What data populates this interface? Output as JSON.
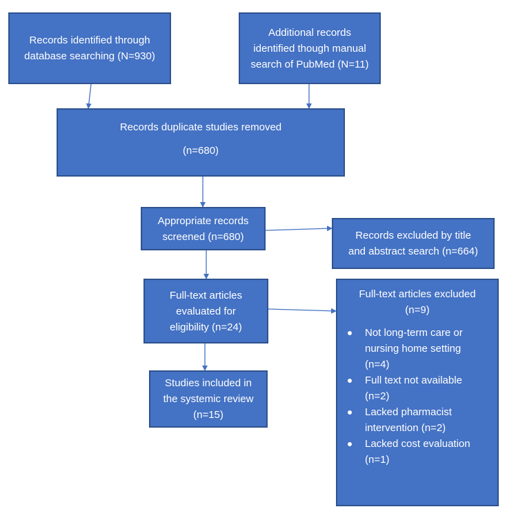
{
  "boxes": {
    "db_search": [
      "Records identified through",
      "database searching (N=930)"
    ],
    "manual_search": [
      "Additional records",
      "identified though manual",
      "search of PubMed (N=11)"
    ],
    "duplicates": [
      "Records duplicate studies removed",
      "(n=680)"
    ],
    "screened": [
      "Appropriate records",
      "screened (n=680)"
    ],
    "excluded_title": [
      "Records excluded by title",
      "and abstract search (n=664)"
    ],
    "fulltext": [
      "Full-text articles",
      "evaluated for",
      "eligibility (n=24)"
    ],
    "included": [
      "Studies included in",
      "the systemic review",
      "(n=15)"
    ]
  },
  "excluded_fulltext": {
    "title": [
      "Full-text articles excluded",
      "(n=9)"
    ],
    "reasons": [
      [
        "Not long-term care or",
        "nursing home setting",
        "(n=4)"
      ],
      [
        "Full text not available",
        "(n=2)"
      ],
      [
        "Lacked pharmacist",
        "intervention (n=2)"
      ],
      [
        "Lacked cost evaluation",
        "(n=1)"
      ]
    ]
  },
  "colors": {
    "box_fill": "#4472c4",
    "box_border": "#2f528f",
    "connector": "#4472c4",
    "text": "#ffffff"
  }
}
